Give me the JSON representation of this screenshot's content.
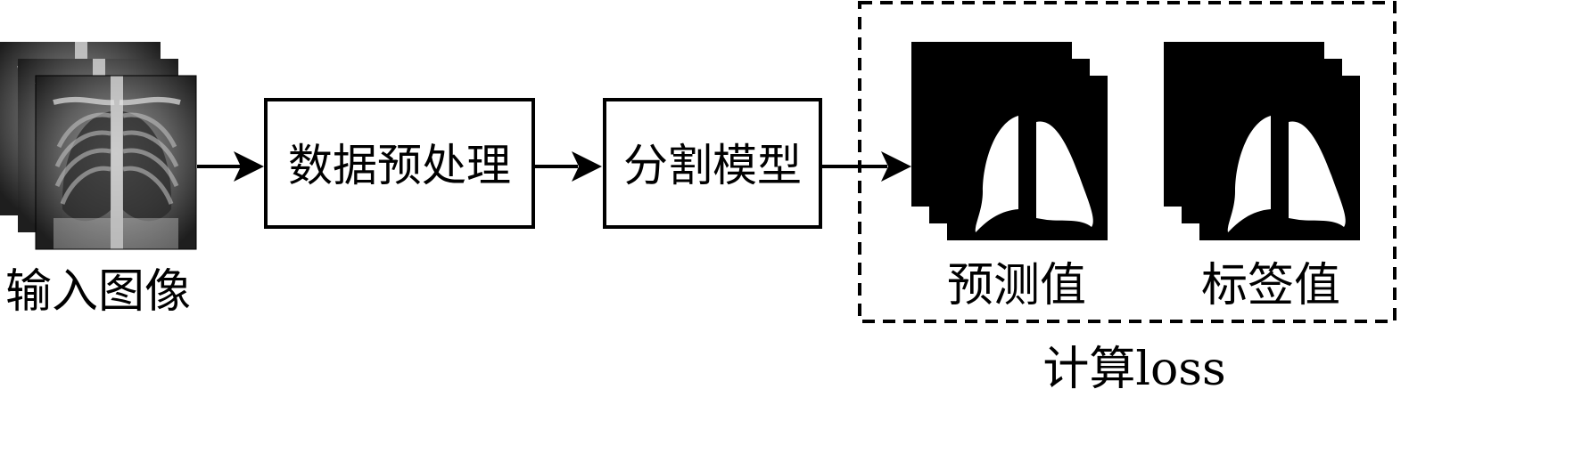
{
  "input": {
    "label": "输入图像",
    "icon": "chest-xray-stack-icon"
  },
  "steps": [
    {
      "label": "数据预处理"
    },
    {
      "label": "分割模型"
    }
  ],
  "outputs": [
    {
      "label": "预测值",
      "icon": "lung-mask-stack-icon"
    },
    {
      "label": "标签值",
      "icon": "lung-mask-stack-icon"
    }
  ],
  "loss_group": {
    "label": "计算loss",
    "border_style": "dashed"
  },
  "colors": {
    "line": "#000000",
    "background": "#ffffff",
    "mask_bg": "#000000",
    "mask_fg": "#ffffff"
  }
}
